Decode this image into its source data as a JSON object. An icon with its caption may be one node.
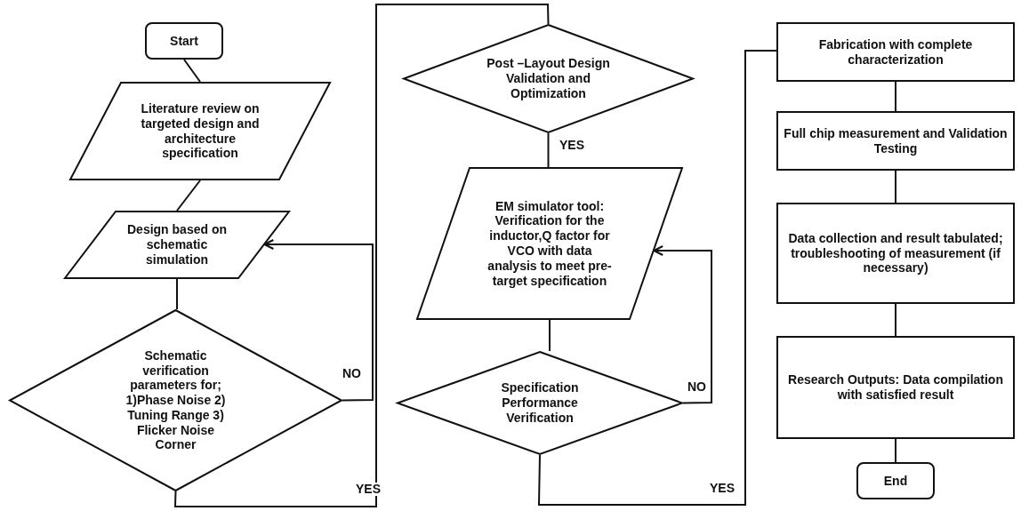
{
  "diagram": {
    "nodes": [
      {
        "text": [
          "Start"
        ]
      },
      {
        "text": [
          "Literature review on targeted design and architecture specification"
        ]
      },
      {
        "text": [
          "Design based on schematic simulation"
        ]
      },
      {
        "text": [
          "Schematic verification parameters for; 1)Phase Noise 2) Tuning Range 3) Flicker Noise Corner"
        ]
      },
      {
        "text": [
          "Post –Layout Design Validation and Optimization"
        ]
      },
      {
        "text": [
          "EM simulator tool: Verification for the inductor,Q factor for VCO with data analysis to meet pre-target specification"
        ]
      },
      {
        "text": [
          "Specification Performance Verification"
        ]
      },
      {
        "text": [
          "Fabrication with complete characterization"
        ]
      },
      {
        "text": [
          "Full chip measurement and Validation Testing"
        ]
      },
      {
        "text": [
          "Data collection and result tabulated; troubleshooting of measurement (if necessary)"
        ]
      },
      {
        "text": [
          "Research Outputs: Data compilation with satisfied result"
        ]
      },
      {
        "text": [
          "End"
        ]
      }
    ],
    "edges": [
      {
        "from": 0,
        "to": 1,
        "arrow": "none"
      },
      {
        "from": 1,
        "to": 2,
        "arrow": "none"
      },
      {
        "from": 2,
        "to": 3,
        "arrow": "none"
      },
      {
        "from": 3,
        "to": 2,
        "arrow": "to",
        "label": "NO"
      },
      {
        "from": 3,
        "to": 4,
        "arrow": "none",
        "label": "YES"
      },
      {
        "from": 4,
        "to": 5,
        "arrow": "none",
        "label": "YES"
      },
      {
        "from": 5,
        "to": 6,
        "arrow": "none"
      },
      {
        "from": 6,
        "to": 5,
        "arrow": "to",
        "label": "NO"
      },
      {
        "from": 6,
        "to": 7,
        "arrow": "none",
        "label": "YES"
      },
      {
        "from": 7,
        "to": 8,
        "arrow": "none"
      },
      {
        "from": 8,
        "to": 9,
        "arrow": "none"
      },
      {
        "from": 9,
        "to": 10,
        "arrow": "none"
      },
      {
        "from": 10,
        "to": 11,
        "arrow": "none"
      }
    ]
  }
}
